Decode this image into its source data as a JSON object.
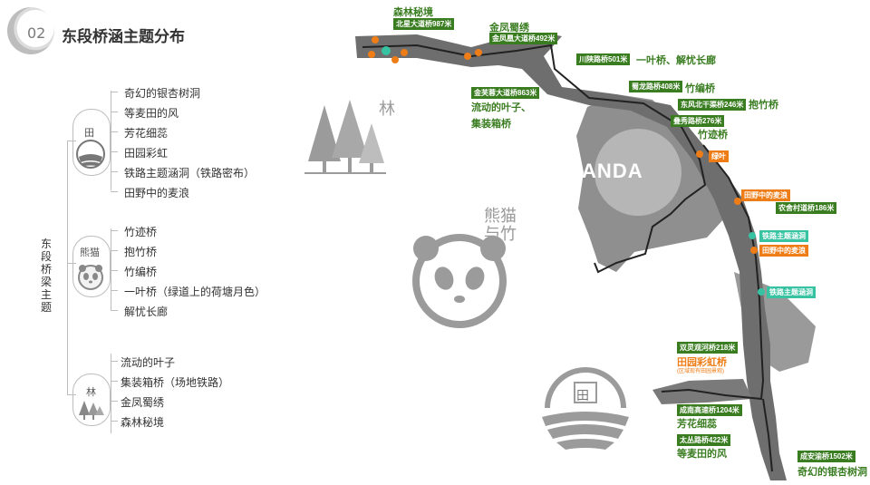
{
  "header": {
    "number": "02",
    "title": "东段桥涵主题分布"
  },
  "tree": {
    "root": "东段桥梁主题",
    "groups": [
      {
        "label": "田",
        "items": [
          "奇幻的银杏树洞",
          "等麦田的风",
          "芳花细蕊",
          "田园彩虹",
          "铁路主题涵洞（铁路密布）",
          "田野中的麦浪"
        ]
      },
      {
        "label": "熊猫",
        "items": [
          "竹迹桥",
          "抱竹桥",
          "竹编桥",
          "一叶桥（绿道上的荷塘月色）",
          "解忧长廊"
        ]
      },
      {
        "label": "林",
        "items": [
          "流动的叶子",
          "集装箱桥（场地铁路）",
          "金凤蜀绣",
          "森林秘境"
        ]
      }
    ]
  },
  "legend_symbols": {
    "forest": "林",
    "panda": "熊猫与竹",
    "field": "田"
  },
  "map": {
    "district_label": "PANDA",
    "green_tags": [
      "北星大道桥987米",
      "金凤凰大道桥492米",
      "川陕路桥501米",
      "金芙蓉大道桥863米",
      "蜀龙路桥408米",
      "东风北干渠桥246米",
      "叠秀路桥276米",
      "农舍村道桥186米",
      "双灵观河桥218米",
      "成南高速桥1204米",
      "太丛路桥422米",
      "成安渝桥1502米"
    ],
    "orange_tags": [
      "绿叶",
      "田野中的麦浪",
      "田野中的麦浪"
    ],
    "teal_tags": [
      "铁路主题涵洞",
      "铁路主题涵洞"
    ],
    "theme_texts_green": [
      "森林秘境",
      "金凤蜀绣",
      "一叶桥、解忧长廊",
      "流动的叶子、",
      "集装箱桥",
      "抱竹桥",
      "竹迹桥",
      "竹编桥",
      "芳花细蕊",
      "等麦田的风",
      "奇幻的银杏树洞"
    ],
    "theme_texts_orange": [
      "田园彩虹桥"
    ],
    "small_note": "(区域现有田园景观)"
  },
  "colors": {
    "green": "#3a7d21",
    "orange": "#ef7d17",
    "teal": "#37c3a2"
  }
}
